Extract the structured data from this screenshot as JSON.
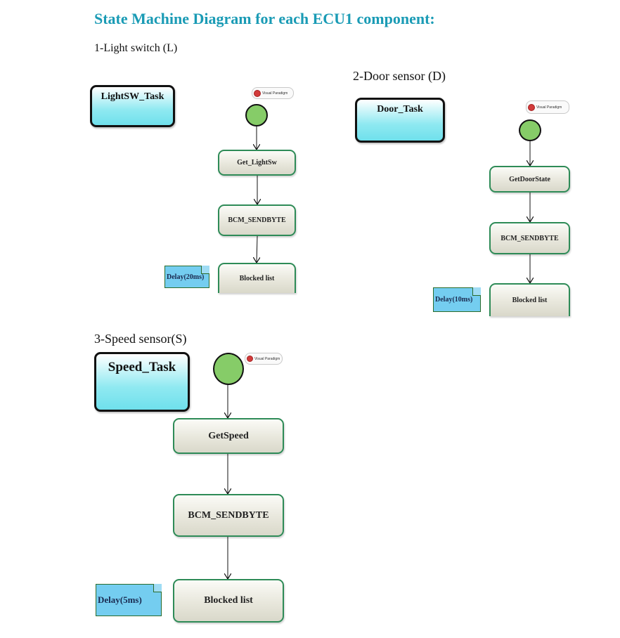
{
  "page": {
    "title": "State Machine Diagram for each ECU1 component:"
  },
  "sections": {
    "light": "1-Light switch (L)",
    "door": "2-Door sensor (D)",
    "speed": "3-Speed sensor(S)"
  },
  "tasks": {
    "light": "LightSW_Task",
    "door": "Door_Task",
    "speed": "Speed_Task"
  },
  "states": {
    "light": [
      "Get_LightSw",
      "BCM_SENDBYTE",
      "Blocked list"
    ],
    "door": [
      "GetDoorState",
      "BCM_SENDBYTE",
      "Blocked list"
    ],
    "speed": [
      "GetSpeed",
      "BCM_SENDBYTE",
      "Blocked list"
    ]
  },
  "notes": {
    "light": "Delay(20ms)",
    "door": "Delay(10ms)",
    "speed": "Delay(5ms)"
  },
  "watermark": {
    "label": "Visual Paradigm"
  },
  "colors": {
    "title": "#1a9bb5",
    "task_fill": "#6fe0ec",
    "state_border": "#2e8b57",
    "initial_fill": "#86cc68",
    "note_fill": "#74cdf0"
  }
}
